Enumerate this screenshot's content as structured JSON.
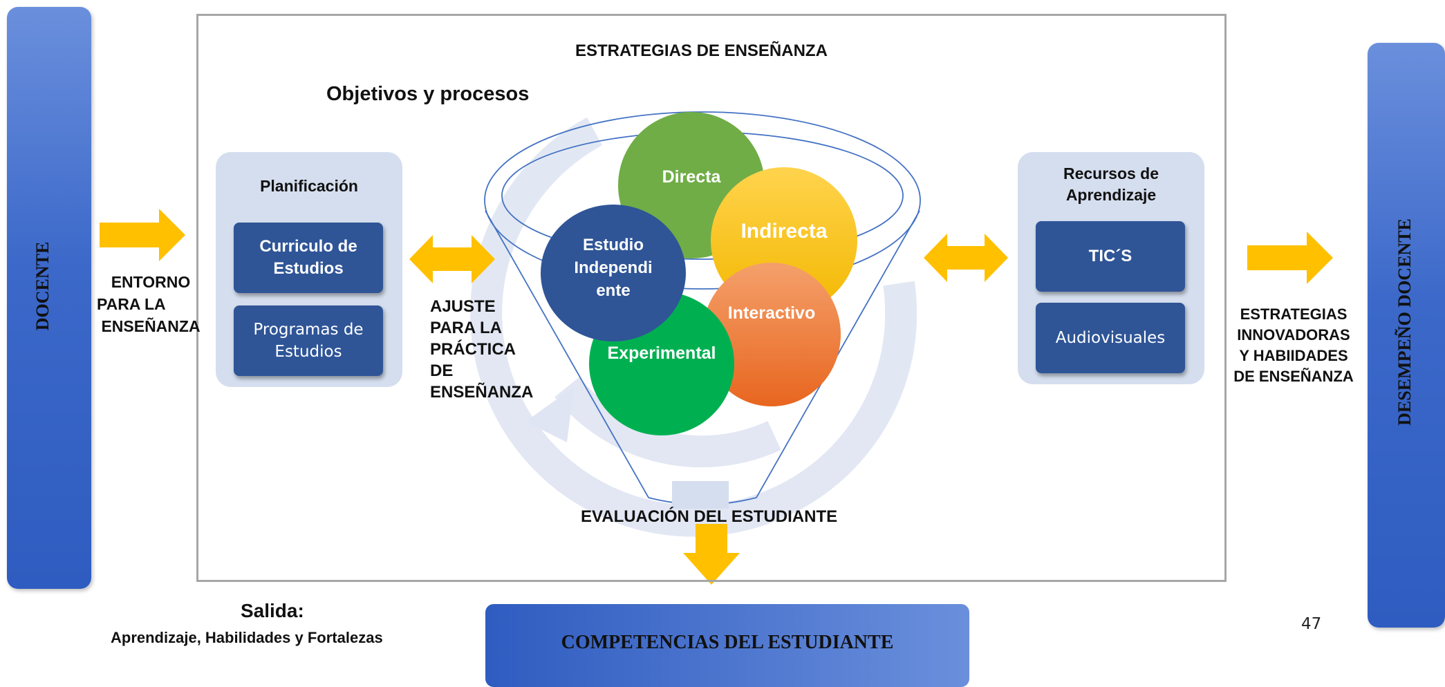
{
  "left_bar": {
    "label": "DOCENTE"
  },
  "right_bar": {
    "label": "DESEMPEÑO DOCENTE"
  },
  "frame": {
    "title": "ESTRATEGIAS DE ENSEÑANZA",
    "subtitle": "Objetivos y procesos",
    "bottom_label": "EVALUACIÓN DEL ESTUDIANTE"
  },
  "entorno_label": [
    "ENTORNO",
    "PARA LA",
    "ENSEÑANZA"
  ],
  "ajuste_label": [
    "AJUSTE",
    "PARA LA",
    "PRÁCTICA",
    "DE",
    "ENSEÑANZA"
  ],
  "estrategias_label": [
    "ESTRATEGIAS",
    "INNOVADORAS",
    "Y HABIIDADES",
    "DE ENSEÑANZA"
  ],
  "planificacion": {
    "title": "Planificación",
    "items": [
      "Curriculo de Estudios",
      "Programas de Estudios"
    ]
  },
  "recursos": {
    "title": "Recursos de Aprendizaje",
    "items": [
      "TIC´S",
      "Audiovisuales"
    ]
  },
  "circles": {
    "directa": "Directa",
    "indirecta": "Indirecta",
    "estudio": "Estudio Independi ente",
    "interactivo": "Interactivo",
    "experimental": "Experimental"
  },
  "salida": {
    "title": "Salida:",
    "subtitle": "Aprendizaje, Habilidades y Fortalezas"
  },
  "competencias": "COMPETENCIAS DEL ESTUDIANTE",
  "page_number": "47",
  "colors": {
    "arrow": "#ffc000",
    "tile": "#2f5597",
    "panel": "#d5deee",
    "green_light": "#70ad47",
    "yellow": "#ffc000",
    "orange": "#ed7d31",
    "green": "#00b050",
    "navy": "#2f5597"
  }
}
